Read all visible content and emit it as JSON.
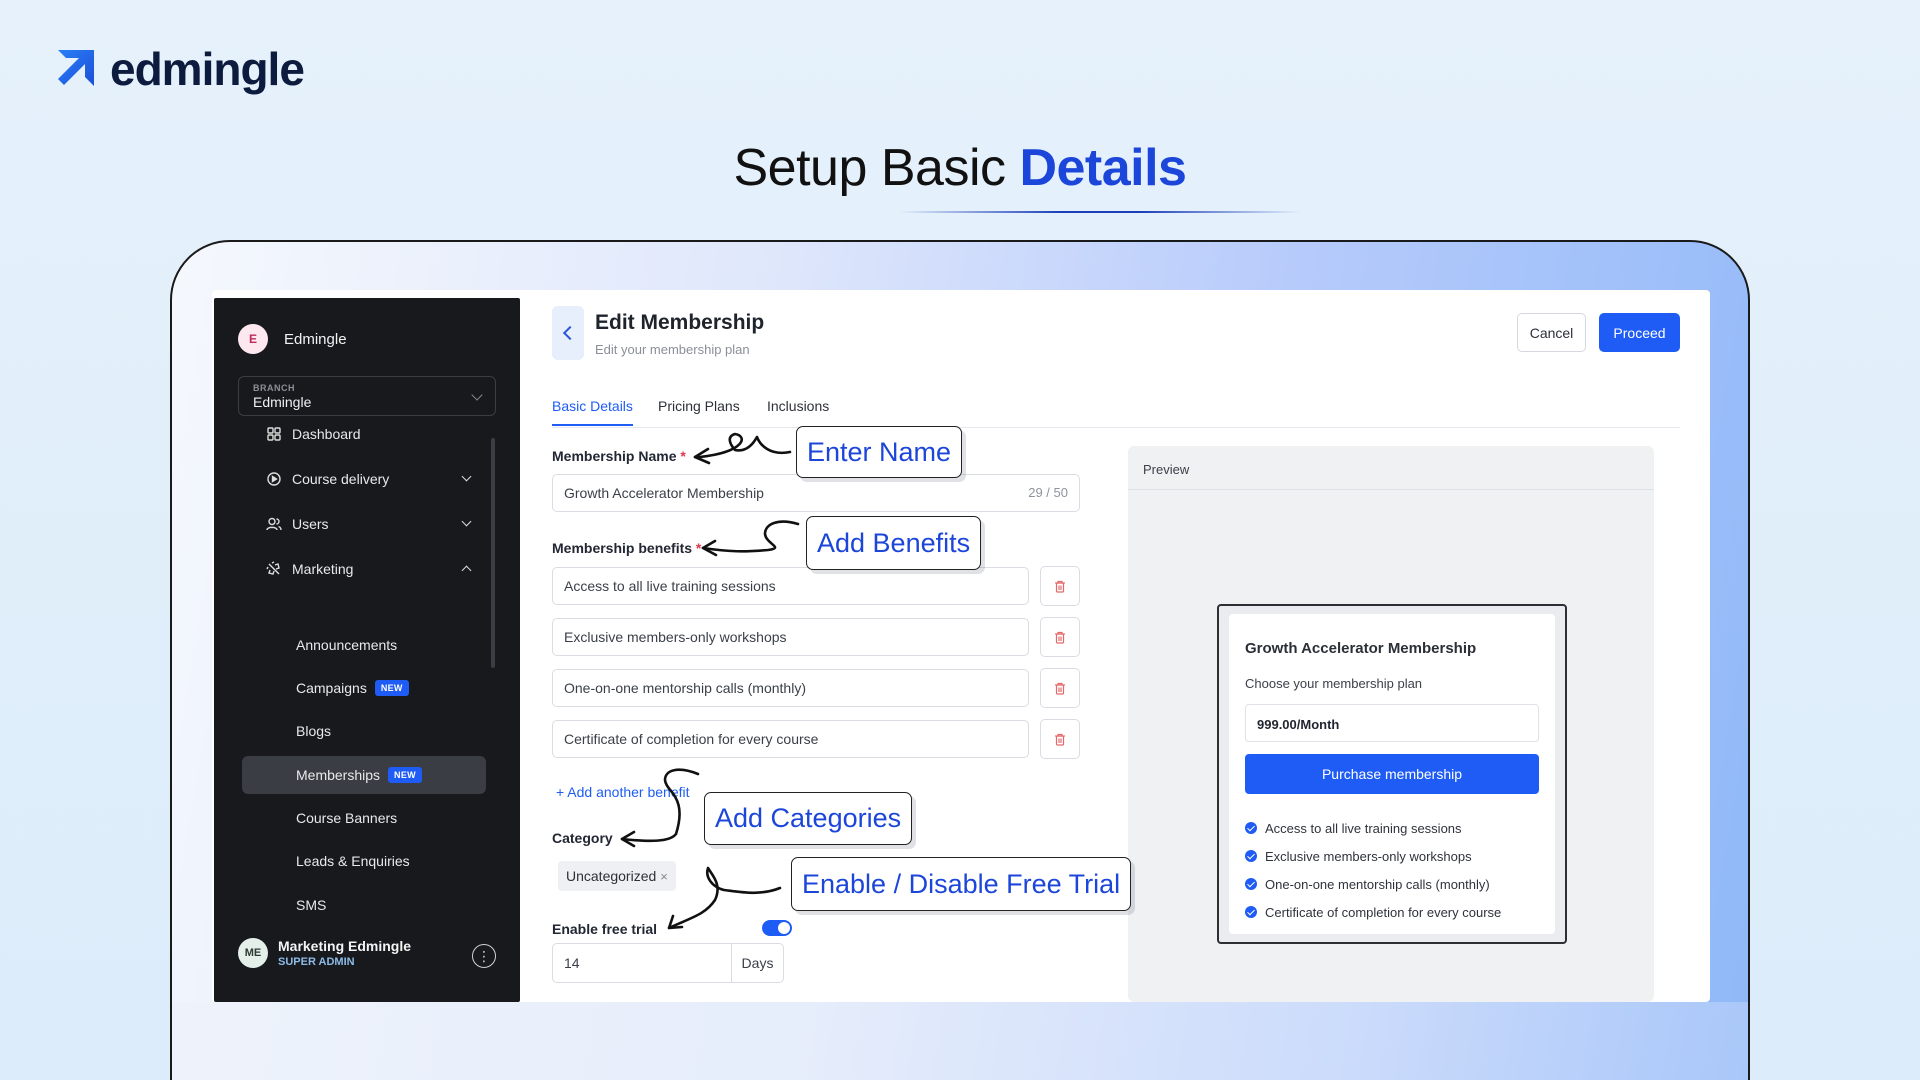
{
  "brand": {
    "name": "edmingle"
  },
  "headline": {
    "part1": "Setup Basic ",
    "accent": "Details"
  },
  "colors": {
    "accent": "#1e5cf5",
    "callout_text": "#1c46d9",
    "sidebar_bg": "#17191d"
  },
  "sidebar": {
    "org_initial": "E",
    "org_name": "Edmingle",
    "branch_label": "BRANCH",
    "branch_value": "Edmingle",
    "items": [
      {
        "label": "Dashboard",
        "icon": "grid-icon"
      },
      {
        "label": "Course delivery",
        "icon": "play-circle-icon"
      },
      {
        "label": "Users",
        "icon": "users-icon"
      },
      {
        "label": "Marketing",
        "icon": "megaphone-icon"
      }
    ],
    "sub_items": [
      {
        "label": "Announcements"
      },
      {
        "label": "Campaigns",
        "badge": "NEW"
      },
      {
        "label": "Blogs"
      },
      {
        "label": "Memberships",
        "badge": "NEW"
      },
      {
        "label": "Course Banners"
      },
      {
        "label": "Leads & Enquiries"
      },
      {
        "label": "SMS"
      }
    ],
    "user": {
      "initials": "ME",
      "name": "Marketing Edmingle",
      "role": "SUPER ADMIN",
      "more": "⋮"
    }
  },
  "header": {
    "title": "Edit Membership",
    "subtitle": "Edit your membership plan",
    "cancel": "Cancel",
    "proceed": "Proceed"
  },
  "tabs": [
    {
      "label": "Basic Details"
    },
    {
      "label": "Pricing Plans"
    },
    {
      "label": "Inclusions"
    }
  ],
  "form": {
    "name_label": "Membership Name",
    "required": "*",
    "name_value": "Growth Accelerator Membership",
    "name_counter": "29 / 50",
    "benefits_label": "Membership benefits",
    "benefits": [
      "Access to all live training sessions",
      "Exclusive members-only workshops",
      "One-on-one mentorship calls (monthly)",
      "Certificate of completion for every course"
    ],
    "add_benefit": "+ Add another benefit",
    "category_label": "Category",
    "category_chip": "Uncategorized",
    "chip_remove": "×",
    "free_trial_label": "Enable free trial",
    "free_trial_enabled": true,
    "trial_value": "14",
    "trial_unit": "Days"
  },
  "preview": {
    "label": "Preview",
    "title": "Growth Accelerator Membership",
    "subtitle": "Choose your membership plan",
    "price": "999.00/Month",
    "button": "Purchase membership",
    "benefits": [
      "Access to all live training sessions",
      "Exclusive members-only workshops",
      "One-on-one mentorship calls (monthly)",
      "Certificate of completion for every course"
    ]
  },
  "callouts": {
    "name": "Enter Name",
    "benefits": "Add Benefits",
    "categories": "Add Categories",
    "trial": "Enable / Disable Free Trial"
  }
}
